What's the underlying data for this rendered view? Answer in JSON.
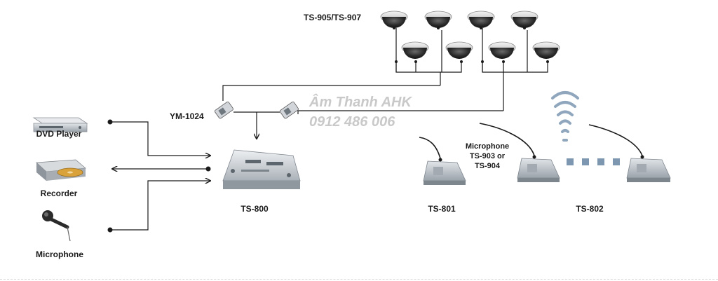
{
  "labels": {
    "speakers": "TS-905/TS-907",
    "ym": "YM-1024",
    "dvd": "DVD Player",
    "recorder": "Recorder",
    "microphone": "Microphone",
    "ts800": "TS-800",
    "ts801": "TS-801",
    "ts802": "TS-802",
    "mic_line1": "Microphone",
    "mic_line2": "TS-903 or",
    "mic_line3": "TS-904"
  },
  "watermark": {
    "line1": "Âm Thanh AHK",
    "line2": "0912 486 006"
  },
  "colors": {
    "line": "#1a1a1a",
    "watermark": "#c9c9c9",
    "device_body": "#c9ced4",
    "dots": "#7d97b0",
    "waves": "#8fa6bd"
  }
}
